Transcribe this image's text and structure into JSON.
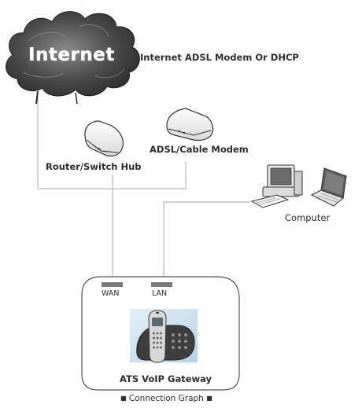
{
  "internet": {
    "cloud_label": "Internet",
    "description": "Internet ADSL Modem Or DHCP"
  },
  "devices": {
    "modem_label": "ADSL/Cable Modem",
    "router_label": "Router/Switch Hub",
    "computer_label": "Computer"
  },
  "gateway": {
    "wan_port_label": "WAN",
    "lan_port_label": "LAN",
    "name": "ATS VoIP Gateway"
  },
  "caption": {
    "prefix_mark": "■",
    "text": "Connection Graph",
    "suffix_mark": "■"
  },
  "colors": {
    "cloud_dark": "#3a3a3a",
    "cloud_mid": "#6d6d6d",
    "line": "#b8b8b8",
    "gateway_box_border": "#555555",
    "port_fill": "#7a7a7a",
    "phone_panel": "#cfe3f1"
  }
}
